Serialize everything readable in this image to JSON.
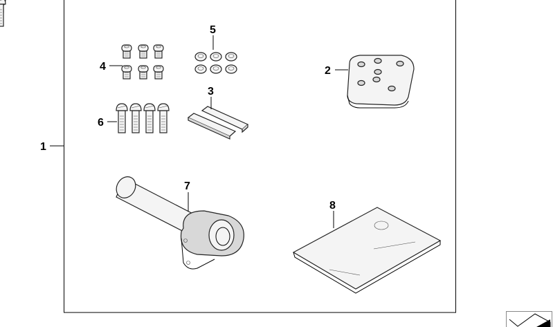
{
  "diagram": {
    "callouts": [
      {
        "id": "1",
        "label": "1",
        "part": "kit"
      },
      {
        "id": "2",
        "label": "2",
        "part": "mounting-block"
      },
      {
        "id": "3",
        "label": "3",
        "part": "adhesive-strips"
      },
      {
        "id": "4",
        "label": "4",
        "part": "socket-head-screws"
      },
      {
        "id": "5",
        "label": "5",
        "part": "washers"
      },
      {
        "id": "6",
        "label": "6",
        "part": "oval-head-screws"
      },
      {
        "id": "7",
        "label": "7",
        "part": "handlebar-clamp-bar"
      },
      {
        "id": "8",
        "label": "8",
        "part": "instruction-sheet"
      }
    ]
  },
  "colors": {
    "line": "#000000",
    "fill": "#f4f4f4",
    "shade": "#d8d8d8"
  }
}
